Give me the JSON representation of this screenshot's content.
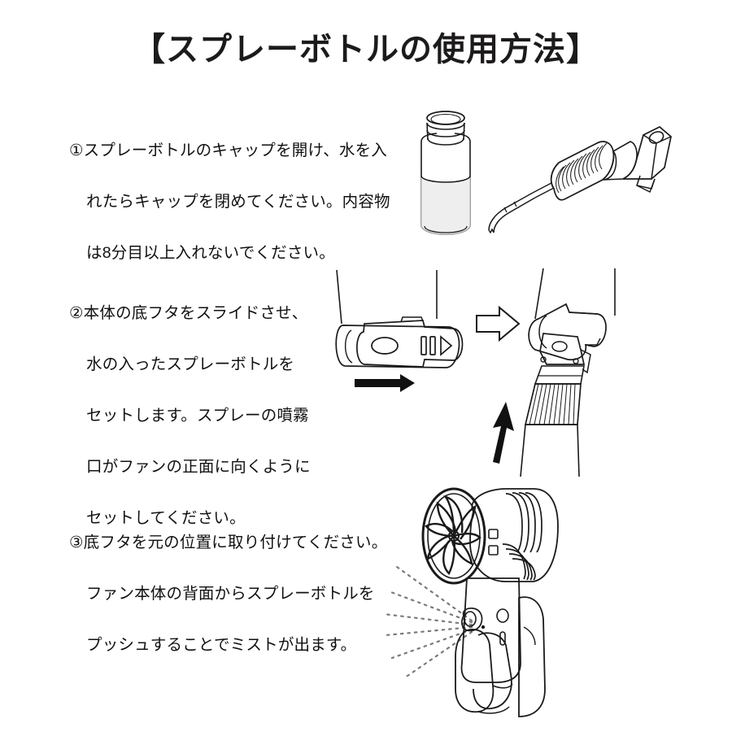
{
  "document": {
    "title": "【スプレーボトルの使用方法】",
    "background_color": "#ffffff",
    "ink_color": "#1a1a1a"
  },
  "steps": [
    {
      "marker": "①",
      "lines": [
        "①スプレーボトルのキャップを開け、水を入",
        "れたらキャップを閉めてください。内容物",
        "は8分目以上入れないでください。"
      ],
      "illustration": "spray-bottle-and-cap"
    },
    {
      "marker": "②",
      "lines": [
        "②本体の底フタをスライドさせ、",
        "水の入ったスプレーボトルを",
        "セットします。スプレーの噴霧",
        "口がファンの正面に向くように",
        "セットしてください。"
      ],
      "illustration": "slide-bottom-cap-and-insert-bottle"
    },
    {
      "marker": "③",
      "lines": [
        "③底フタを元の位置に取り付けてください。",
        "ファン本体の背面からスプレーボトルを",
        "プッシュすることでミストが出ます。"
      ],
      "illustration": "hand-holding-fan-emitting-mist"
    }
  ],
  "illustration_labels": {
    "bottle": "spray-bottle",
    "bottle_water": "water-fill",
    "bottle_threads": "bottle-neck-threads",
    "cap": "spray-cap-assembly",
    "cap_knurl": "knurled-collar",
    "nozzle": "spray-nozzle-head",
    "dip_tube": "dip-tube",
    "bottom_cap": "bottom-sliding-cap",
    "slide_arrow": "slide-direction-arrow",
    "transition_arrow": "transition-arrow",
    "insert_arrow": "insert-direction-arrow",
    "fan_head": "fan-head",
    "fan_blades": "fan-blades",
    "fan_vents": "fan-body-vents",
    "fan_buttons": "control-buttons",
    "handle": "fan-handle",
    "hand": "hand-gripping-handle",
    "mist": "mist-spray-lines"
  }
}
